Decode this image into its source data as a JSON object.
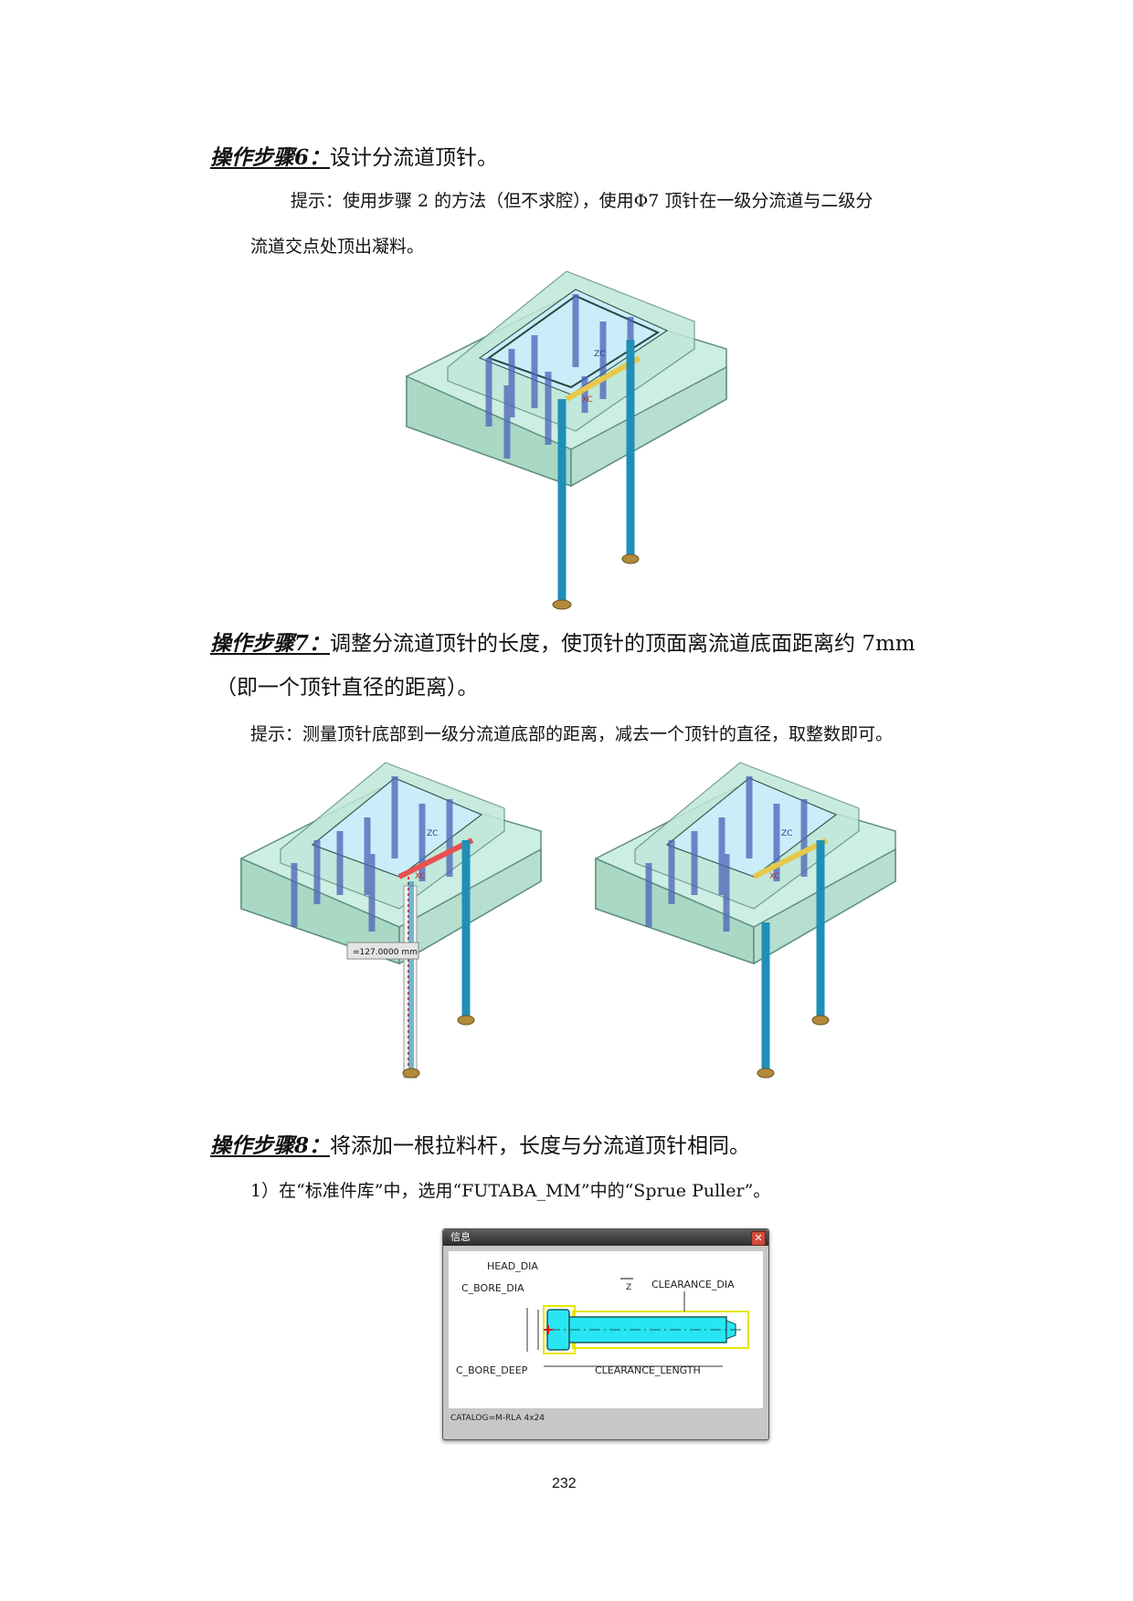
{
  "step6": {
    "label": "操作步骤6：",
    "text": "设计分流道顶针。",
    "hint_line1": "提示：使用步骤 2 的方法（但不求腔），使用Φ7 顶针在一级分流道与二级分",
    "hint_line2": "流道交点处顶出凝料。"
  },
  "step7": {
    "label": "操作步骤7：",
    "text_line1": "调整分流道顶针的长度，使顶针的顶面离流道底面距离约 7mm",
    "text_line2": "（即一个顶针直径的距离）。",
    "hint": "提示：测量顶针底部到一级分流道底部的距离，减去一个顶针的直径，取整数即可。",
    "measure_readout": "=127.0000 mm"
  },
  "step8": {
    "label": "操作步骤8：",
    "text": "将添加一根拉料杆，长度与分流道顶针相同。",
    "sub1": "1）在“标准件库”中，选用“FUTABA_MM”中的“Sprue Puller”。"
  },
  "dialog": {
    "title": "信息",
    "close": "✕",
    "labels": {
      "head_dia": "HEAD_DIA",
      "c_bore_dia": "C_BORE_DIA",
      "clearance_dia": "CLEARANCE_DIA",
      "c_bore_deep": "C_BORE_DEEP",
      "clearance_length": "CLEARANCE_LENGTH",
      "z": "Z"
    },
    "catalog": "CATALOG=M-RLA 4x24"
  },
  "axes": {
    "zc": "ZC",
    "xc": "XC"
  },
  "colors": {
    "mold_fill": "#b9e3d3",
    "mold_edge": "#6e9c8a",
    "pin": "#1f8fb8",
    "inner_pin": "#4a63b8",
    "runner": "#e8c84a"
  },
  "page_number": "232"
}
